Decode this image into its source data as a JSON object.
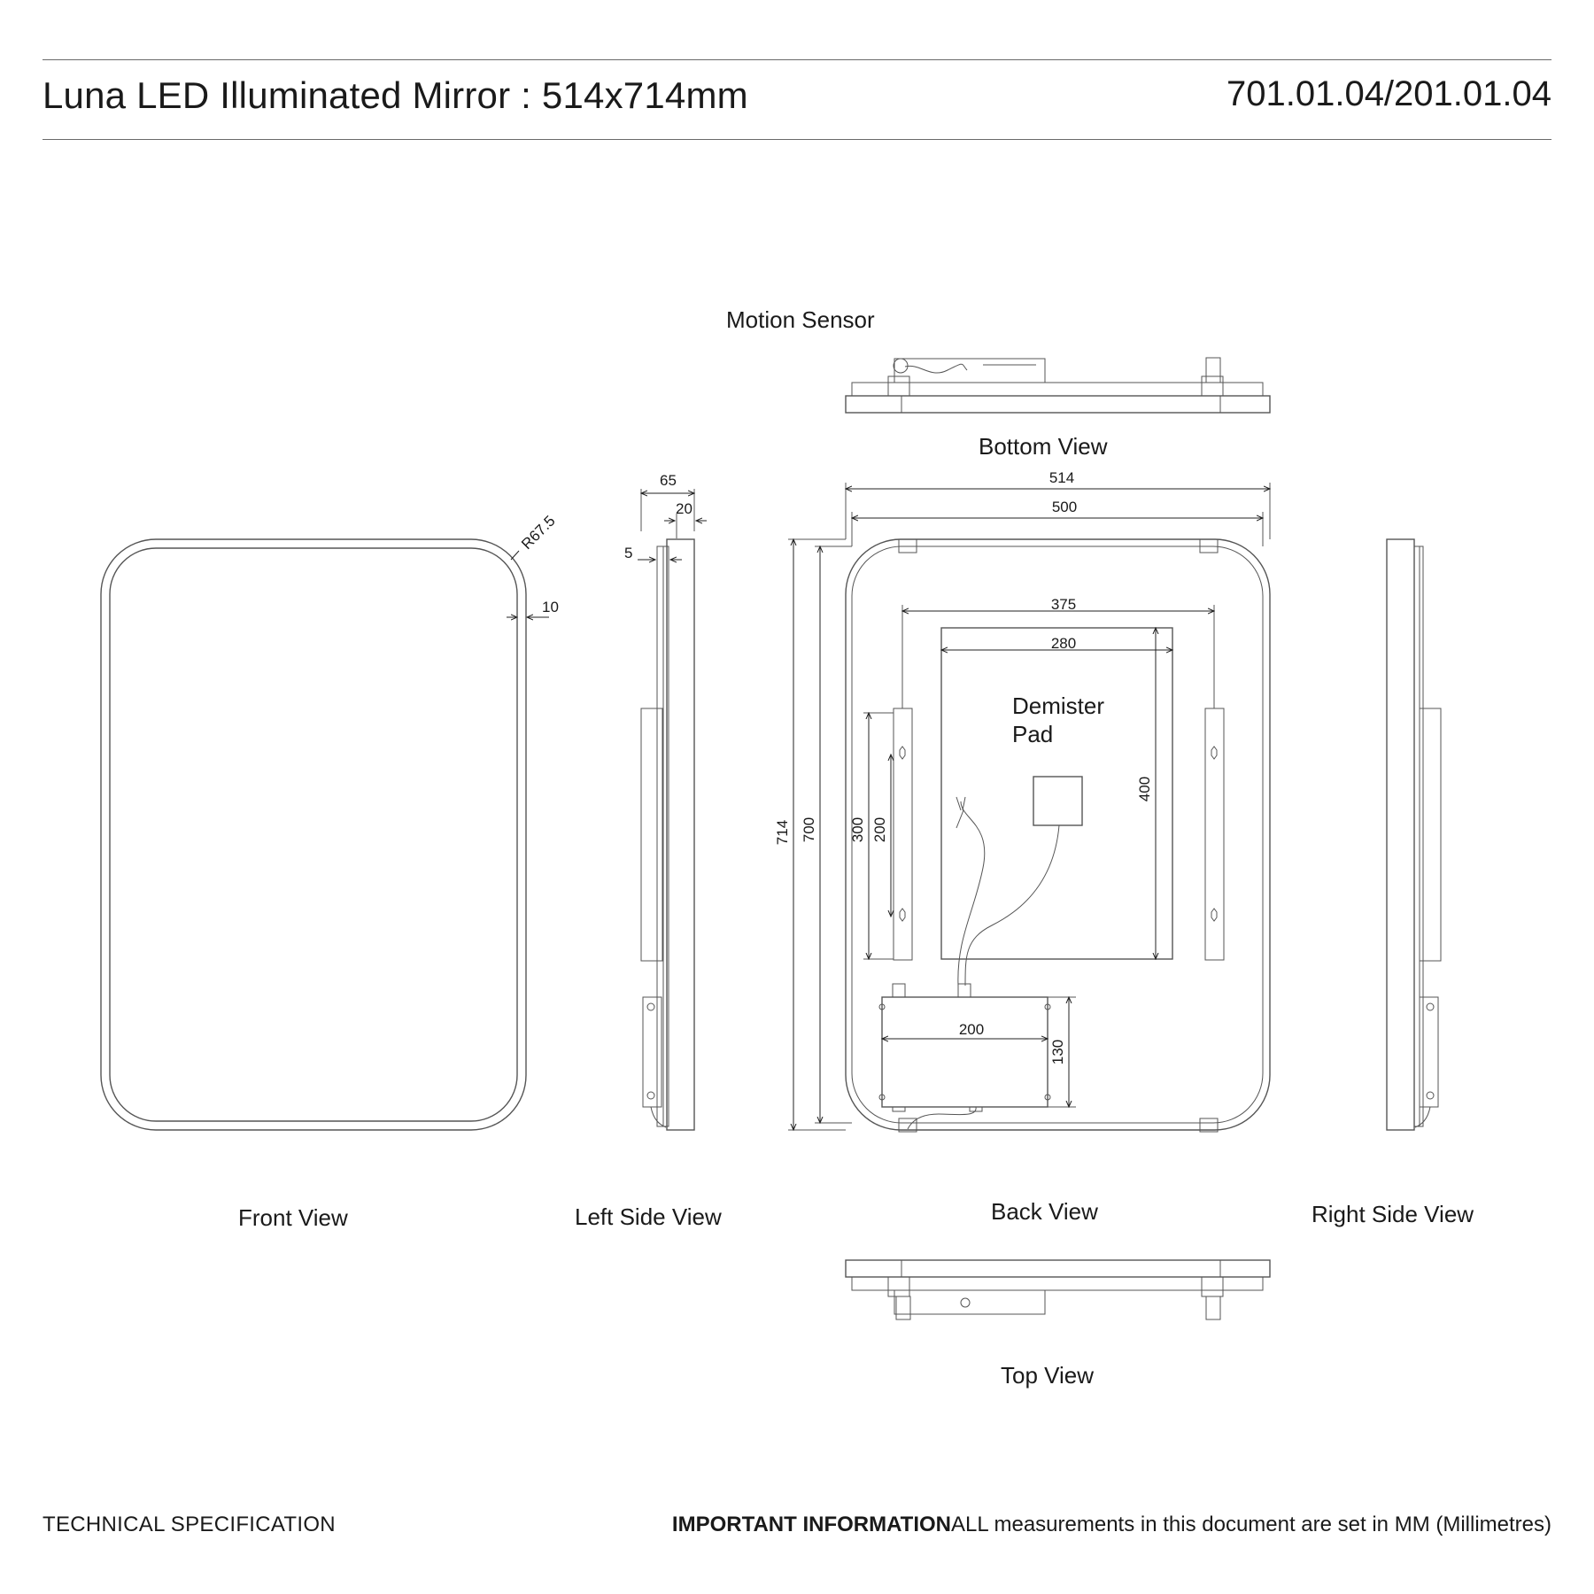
{
  "header": {
    "title": "Luna LED Illuminated Mirror : 514x714mm",
    "product_code": "701.01.04/201.01.04"
  },
  "labels": {
    "motion_sensor": "Motion Sensor",
    "bottom_view": "Bottom View",
    "front_view": "Front View",
    "left_side_view": "Left Side View",
    "back_view": "Back View",
    "right_side_view": "Right Side View",
    "top_view": "Top View",
    "demister_line1": "Demister",
    "demister_line2": "Pad"
  },
  "dimensions": {
    "radius": "R67.5",
    "border": "10",
    "depth_total": "65",
    "depth_frame": "20",
    "glass": "5",
    "width_outer": "514",
    "width_inner": "500",
    "pad_bracket_span": "375",
    "pad_width": "280",
    "pad_height": "400",
    "height_outer": "714",
    "height_inner": "700",
    "bracket_height": "300",
    "bracket_hole_span": "200",
    "driver_width": "200",
    "driver_height": "130"
  },
  "footer": {
    "left": "TECHNICAL SPECIFICATION",
    "important_label": "IMPORTANT INFORMATION",
    "important_text": "ALL measurements in this document are set in MM (Millimetres)"
  }
}
